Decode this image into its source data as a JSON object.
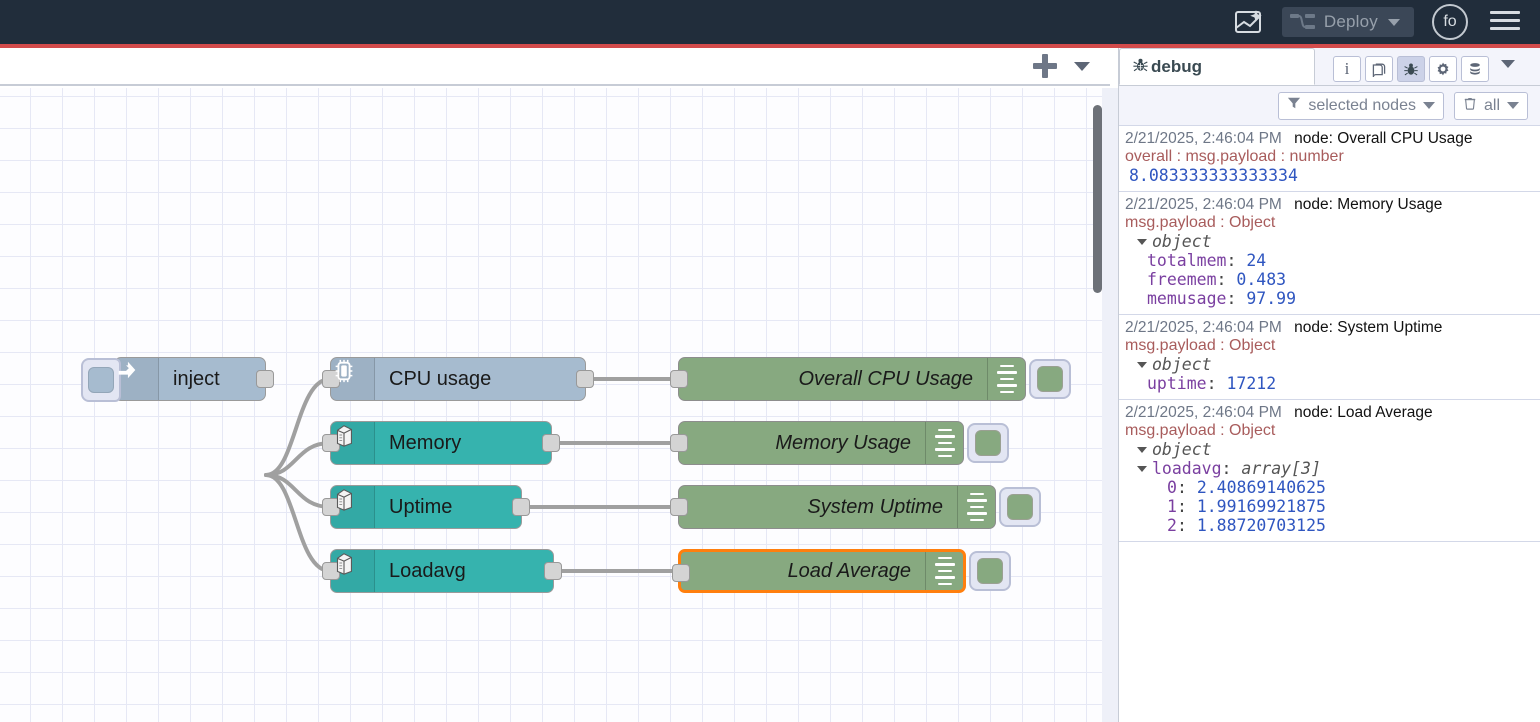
{
  "header": {
    "ai_icon": "flow-ai-icon",
    "deploy_label": "Deploy",
    "deploy_icon": "deploy-nodes-icon",
    "avatar_text": "fo",
    "menu_icon": "hamburger-menu-icon",
    "bg_color": "#212d3b",
    "accent_bar_color": "#d34b4b"
  },
  "tabbar": {
    "add_icon": "plus-icon",
    "caret_icon": "chevron-down-icon"
  },
  "flow": {
    "inject": {
      "label": "inject",
      "color": "#a6bbcf",
      "icon": "inject-arrow-icon"
    },
    "source_nodes": [
      {
        "label": "CPU usage",
        "color": "#a6bbcf",
        "icon": "cpu-chip-icon"
      },
      {
        "label": "Memory",
        "color": "#36b3ae",
        "icon": "server-box-icon"
      },
      {
        "label": "Uptime",
        "color": "#36b3ae",
        "icon": "server-box-icon"
      },
      {
        "label": "Loadavg",
        "color": "#36b3ae",
        "icon": "server-box-icon"
      }
    ],
    "debug_nodes": [
      {
        "label": "Overall CPU Usage",
        "selected": false
      },
      {
        "label": "Memory Usage",
        "selected": false
      },
      {
        "label": "System Uptime",
        "selected": false
      },
      {
        "label": "Load Average",
        "selected": true
      }
    ],
    "debug_node_color": "#87a980",
    "selected_border_color": "#ff7f0e"
  },
  "sidebar": {
    "active_tab": "debug",
    "active_tab_icon": "bug-icon",
    "tools": [
      {
        "name": "info-icon",
        "glyph": "i",
        "active": false
      },
      {
        "name": "book-icon",
        "glyph": "book",
        "active": false
      },
      {
        "name": "bug-icon",
        "glyph": "bug",
        "active": true
      },
      {
        "name": "gear-icon",
        "glyph": "gear",
        "active": false
      },
      {
        "name": "stack-icon",
        "glyph": "stack",
        "active": false
      }
    ],
    "filter_label": "selected nodes",
    "filter_icon": "funnel-icon",
    "clear_label": "all",
    "clear_icon": "trash-icon",
    "messages": [
      {
        "timestamp": "2/21/2025, 2:46:04 PM",
        "node_prefix": "node: ",
        "node": "Overall CPU Usage",
        "topic": "overall : msg.payload : number",
        "kind": "scalar",
        "value": "8.083333333333334"
      },
      {
        "timestamp": "2/21/2025, 2:46:04 PM",
        "node_prefix": "node: ",
        "node": "Memory Usage",
        "topic": "msg.payload : Object",
        "kind": "object",
        "root": "object",
        "props": [
          {
            "key": "totalmem",
            "value": "24"
          },
          {
            "key": "freemem",
            "value": "0.483"
          },
          {
            "key": "memusage",
            "value": "97.99"
          }
        ]
      },
      {
        "timestamp": "2/21/2025, 2:46:04 PM",
        "node_prefix": "node: ",
        "node": "System Uptime",
        "topic": "msg.payload : Object",
        "kind": "object",
        "root": "object",
        "props": [
          {
            "key": "uptime",
            "value": "17212"
          }
        ]
      },
      {
        "timestamp": "2/21/2025, 2:46:04 PM",
        "node_prefix": "node: ",
        "node": "Load Average",
        "topic": "msg.payload : Object",
        "kind": "array",
        "root": "object",
        "array_key": "loadavg",
        "array_type": "array[3]",
        "items": [
          {
            "key": "0",
            "value": "2.40869140625"
          },
          {
            "key": "1",
            "value": "1.99169921875"
          },
          {
            "key": "2",
            "value": "1.88720703125"
          }
        ]
      }
    ]
  }
}
